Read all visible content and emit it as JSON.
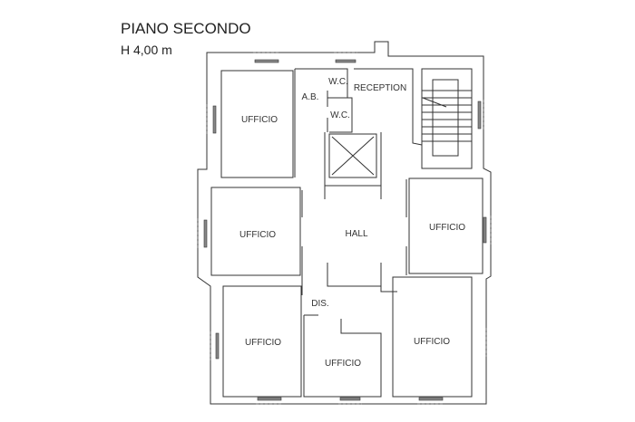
{
  "header": {
    "title": "PIANO SECONDO",
    "height": "H 4,00 m"
  },
  "rooms": {
    "office_top_left": "UFFICIO",
    "ab": "A.B.",
    "wc_upper": "W.C.",
    "wc_lower": "W.C.",
    "reception": "RECEPTION",
    "office_mid_left": "UFFICIO",
    "hall": "HALL",
    "office_mid_right": "UFFICIO",
    "dis": "DIS.",
    "office_bottom_left": "UFFICIO",
    "office_bottom_mid": "UFFICIO",
    "office_bottom_right": "UFFICIO"
  }
}
